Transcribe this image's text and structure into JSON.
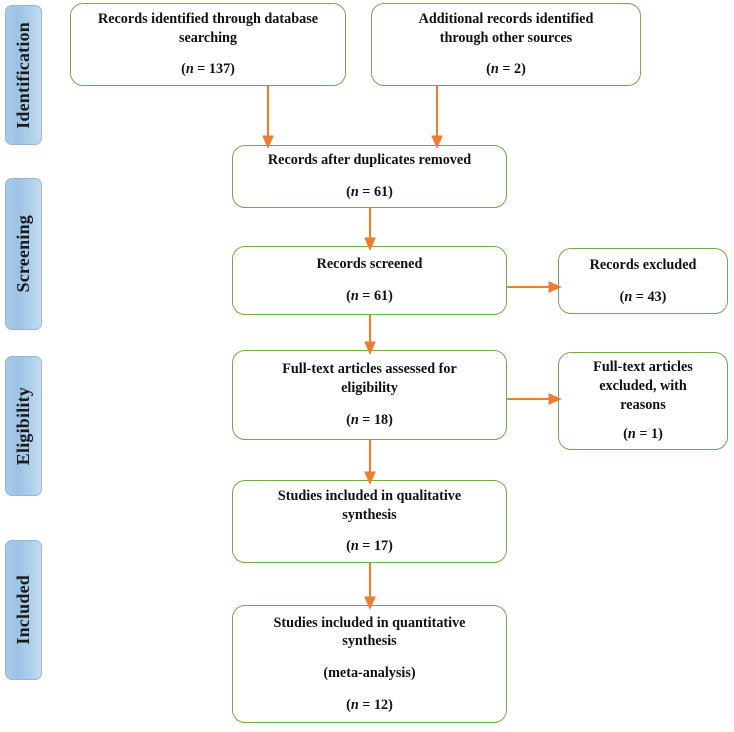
{
  "diagram": {
    "title": "PRISMA flow diagram",
    "colors": {
      "box_border": "#70AD47",
      "box_fill": "#FFFFFF",
      "arrow": "#ED7D31",
      "stage_fill": "#9CC3E5",
      "stage_border": "#8FB8DC",
      "text": "#111111",
      "background": "#FFFFFF"
    },
    "stages": [
      {
        "id": "identification",
        "label": "Identification"
      },
      {
        "id": "screening",
        "label": "Screening"
      },
      {
        "id": "eligibility",
        "label": "Eligibility"
      },
      {
        "id": "included",
        "label": "Included"
      }
    ],
    "boxes": [
      {
        "id": "records-identified-database",
        "lines": [
          "Records identified through database",
          "searching"
        ],
        "count_prefix": "(",
        "count_var": "n",
        "count_eq": " = ",
        "count_value": "137",
        "count_suffix": ")"
      },
      {
        "id": "additional-records-other-sources",
        "lines": [
          "Additional records identified",
          "through other sources"
        ],
        "count_prefix": "(",
        "count_var": "n",
        "count_eq": " = ",
        "count_value": "2",
        "count_suffix": ")"
      },
      {
        "id": "records-after-duplicates-removed",
        "lines": [
          "Records after duplicates removed"
        ],
        "count_prefix": "(",
        "count_var": "n",
        "count_eq": " = ",
        "count_value": "61",
        "count_suffix": ")"
      },
      {
        "id": "records-screened",
        "lines": [
          "Records screened"
        ],
        "count_prefix": "(",
        "count_var": "n",
        "count_eq": " = ",
        "count_value": "61",
        "count_suffix": ")"
      },
      {
        "id": "records-excluded",
        "lines": [
          "Records excluded"
        ],
        "count_prefix": "(",
        "count_var": "n",
        "count_eq": " = ",
        "count_value": "43",
        "count_suffix": ")"
      },
      {
        "id": "fulltext-assessed",
        "lines": [
          "Full-text articles assessed for",
          "eligibility"
        ],
        "count_prefix": "(",
        "count_var": "n",
        "count_eq": " = ",
        "count_value": "18",
        "count_suffix": ")"
      },
      {
        "id": "fulltext-excluded",
        "lines": [
          "Full-text articles",
          "excluded, with",
          "reasons"
        ],
        "count_prefix": "(",
        "count_var": "n",
        "count_eq": " = ",
        "count_value": "1",
        "count_suffix": ")"
      },
      {
        "id": "studies-qualitative",
        "lines": [
          "Studies included in qualitative",
          "synthesis"
        ],
        "count_prefix": "(",
        "count_var": "n",
        "count_eq": " = ",
        "count_value": "17",
        "count_suffix": ")"
      },
      {
        "id": "studies-quantitative",
        "lines": [
          "Studies included in quantitative",
          "synthesis"
        ],
        "sub_line": "(meta-analysis)",
        "count_prefix": "(",
        "count_var": "n",
        "count_eq": " = ",
        "count_value": "12",
        "count_suffix": ")"
      }
    ]
  }
}
